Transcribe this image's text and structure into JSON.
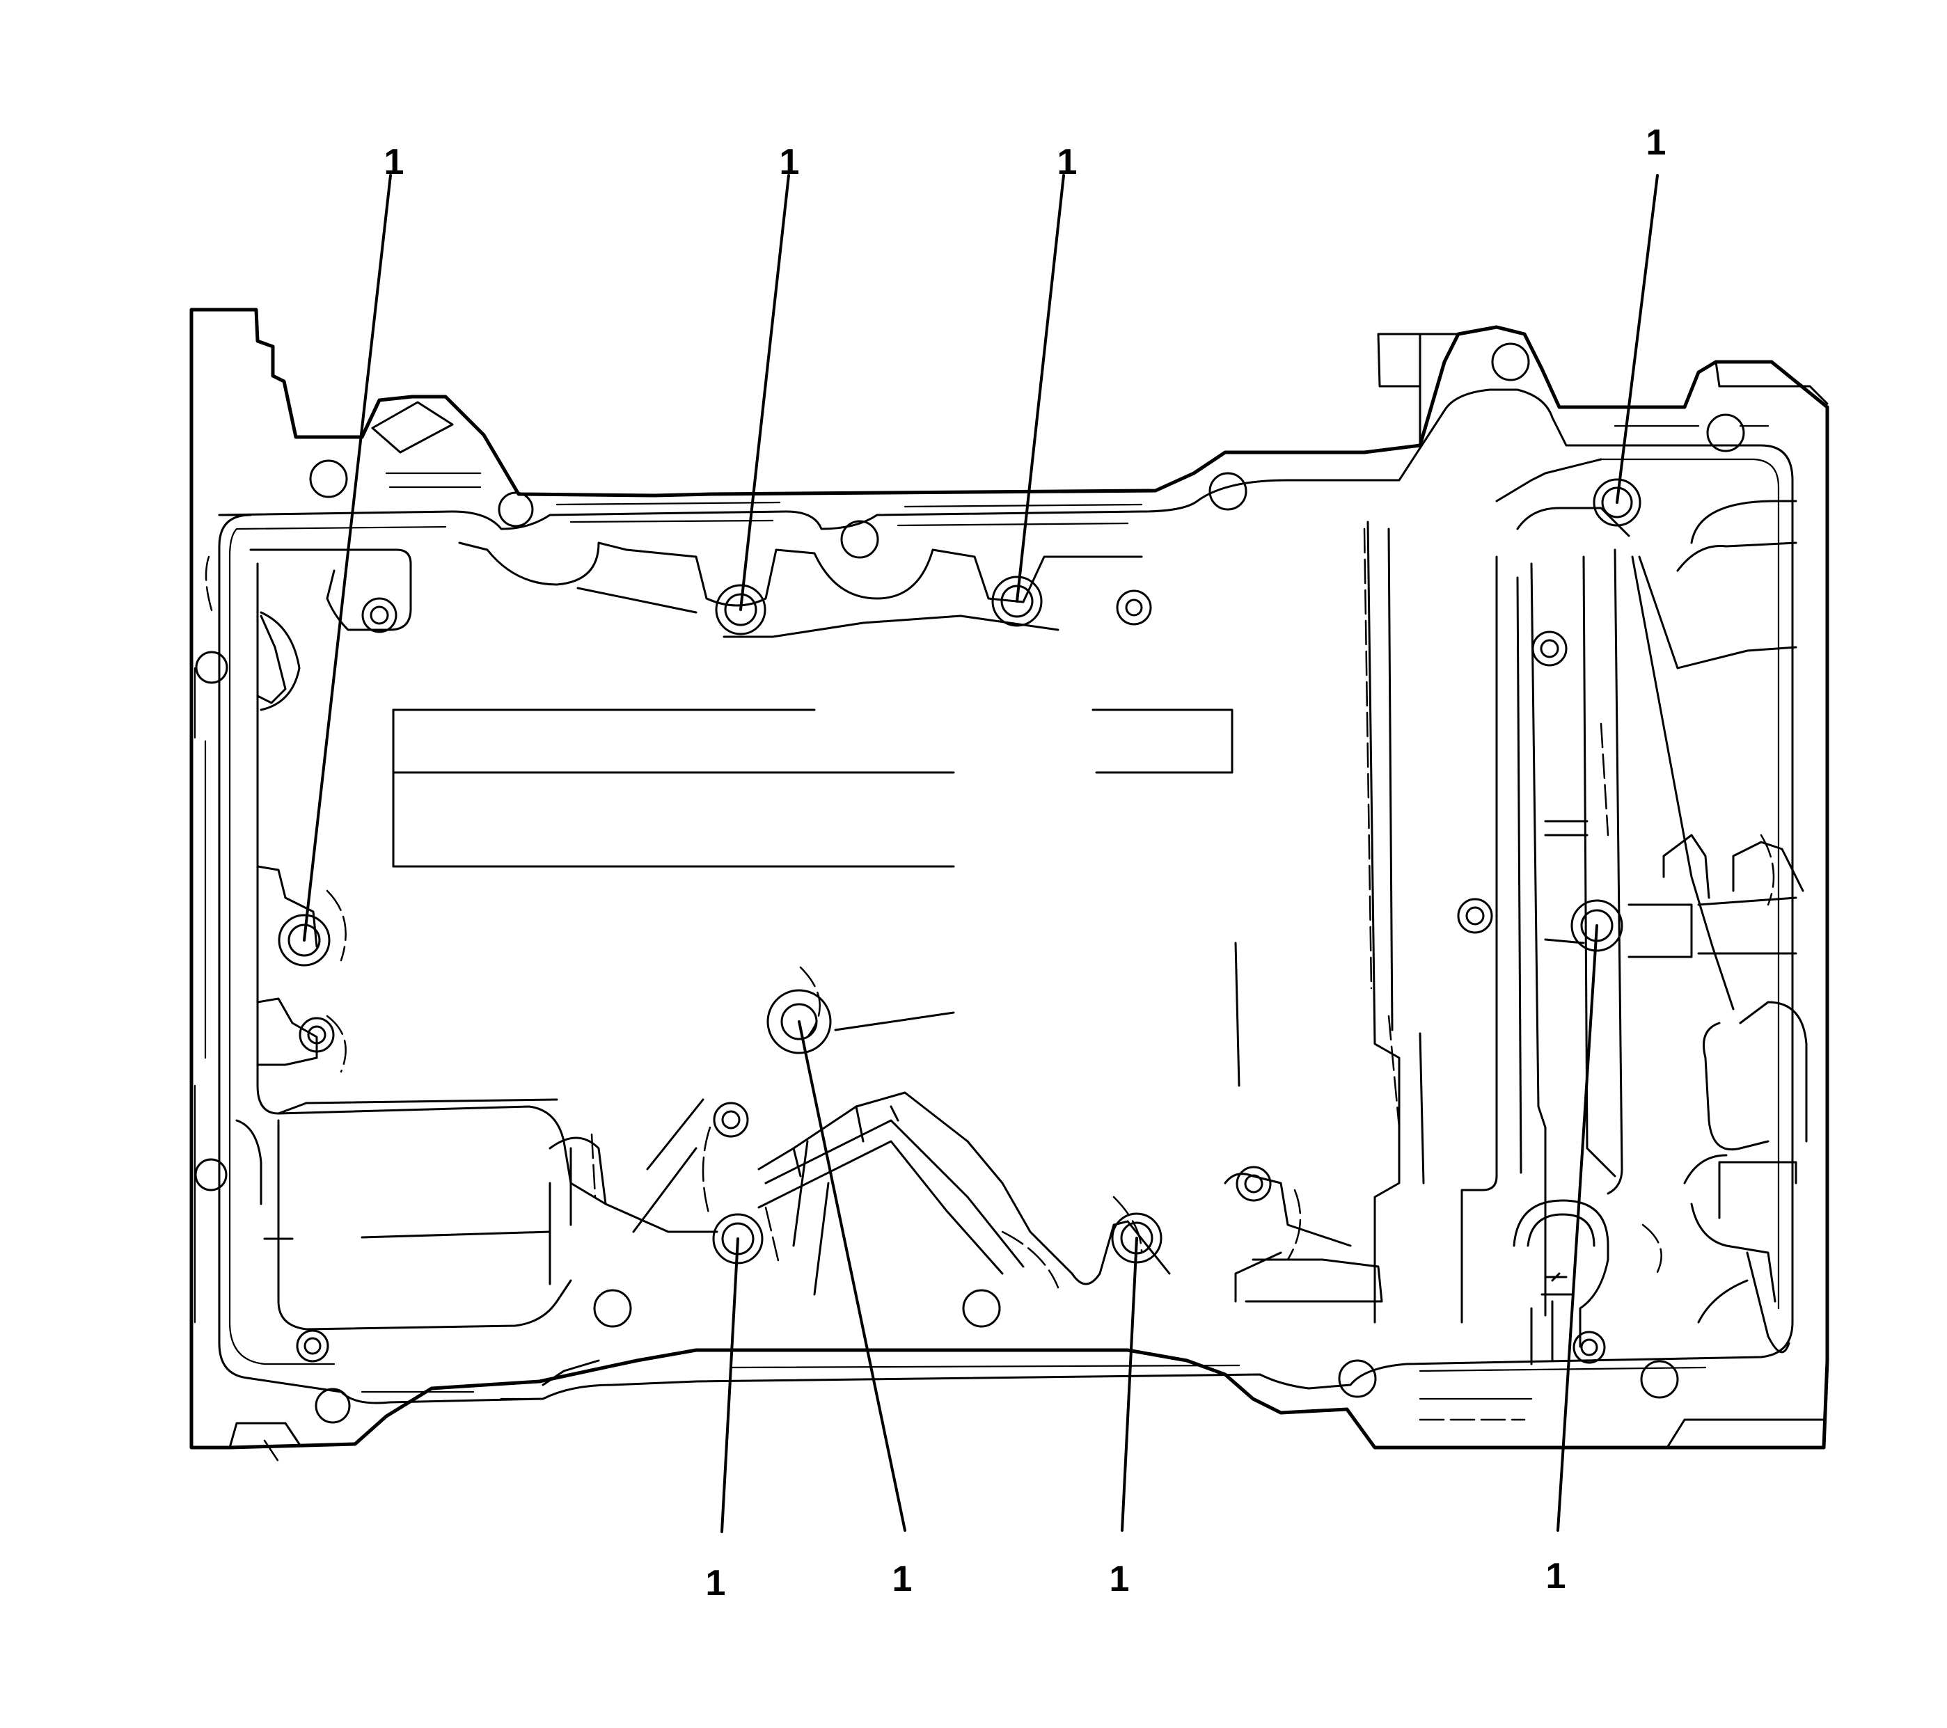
{
  "diagram": {
    "subject": "oil-pan-bolt-locations",
    "callouts": [
      {
        "id": "c1",
        "label": "1"
      },
      {
        "id": "c2",
        "label": "1"
      },
      {
        "id": "c3",
        "label": "1"
      },
      {
        "id": "c4",
        "label": "1"
      },
      {
        "id": "c5",
        "label": "1"
      },
      {
        "id": "c6",
        "label": "1"
      },
      {
        "id": "c7",
        "label": "1"
      },
      {
        "id": "c8",
        "label": "1"
      }
    ],
    "colors": {
      "line": "#000000",
      "background": "#ffffff"
    }
  }
}
